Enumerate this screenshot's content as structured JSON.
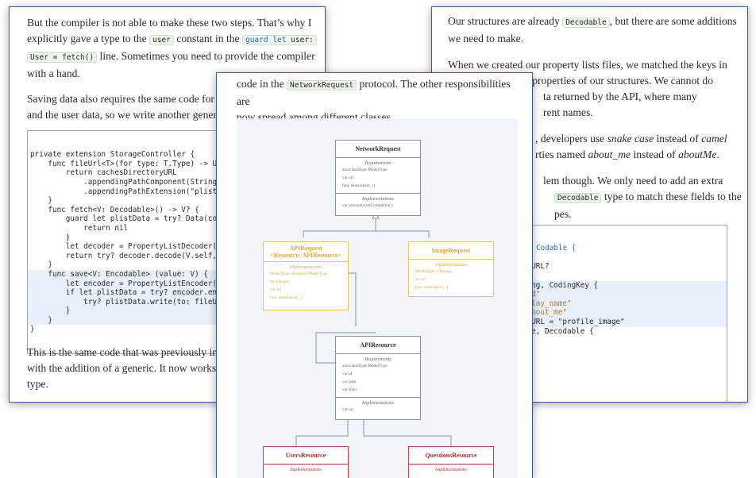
{
  "left": {
    "p1": [
      "But the compiler is not able to make these two steps. That’s why I",
      "explicitly gave a type to the ",
      "user",
      " constant in the ",
      "guard",
      "let",
      "user:",
      "User",
      "=",
      "fetch()",
      " line. Sometimes you need to provide the compiler",
      "with a hand."
    ],
    "p2a": "Saving data also requires the same code for bo",
    "p2b": "and the user data, so we write another generic",
    "code": [
      "private extension StorageController {",
      "    func fileUrl<T>(for type: T.Type) -> URL {",
      "        return cachesDirectoryURL",
      "            .appendingPathComponent(String(describin",
      "            .appendingPathExtension(\"plist\")",
      "    }",
      "",
      "    func fetch<V: Decodable>() -> V? {",
      "        guard let plistData = try? Data(contentsOf:",
      "            return nil",
      "        }",
      "        let decoder = PropertyListDecoder()",
      "        return try? decoder.decode(V.self, from: pli",
      "    }",
      "",
      "    func save<V: Encodable> (value: V) {",
      "        let encoder = PropertyListEncoder()",
      "        if let plistData = try? encoder.encode(value",
      "            try? plistData.write(to: fileUrl(for: V.",
      "        }",
      "    }",
      "}"
    ],
    "p3a": "This is the same code that was previously in th",
    "p3b": "with the addition of a generic. It now works wi",
    "p3c": "type."
  },
  "right": {
    "p1a": "Our structures are already ",
    "p1code": "Decodable",
    "p1b": ", but there are some additions",
    "p1c": "we need to make.",
    "p2a": "When we created our property lists files, we matched the keys in",
    "p2b": "he properties of our structures. We cannot do",
    "p2c": "ta returned by the API, where many",
    "p2d": "rent names.",
    "p3a": ", developers use ",
    "p3em1": "snake case",
    "p3b": " instead of ",
    "p3em2": "camel",
    "p3c": "rties named ",
    "p3em3": "about_me",
    "p3d": " instead of ",
    "p3em4": "aboutMe",
    "p3e": ".",
    "p4a": "lem though. We only need to add an extra",
    "p4code": "Decodable",
    "p4b": " type to match these fields to the",
    "p4c": "pes.",
    "code": [
      "Codable {",
      "",
      "?",
      ": URL?",
      "?",
      "",
      "ring, CodingKey {",
      "_id\"",
      "splay_name\"",
      "\"about_me\"",
      "geURL = \"profile_image\"",
      "",
      "",
      "",
      "ble, Decodable {",
      ""
    ]
  },
  "front": {
    "p1a": "code in the ",
    "p1code": "NetworkRequest",
    "p1b": " protocol. The other responsibilities are",
    "p1c": "now spread among different classes.",
    "uml": {
      "network": {
        "title": "NetworkRequest",
        "req": "Requirements",
        "items": [
          "associatedtype ModelType",
          "var url",
          "func deserialize(_:)"
        ],
        "impl": "Implementations",
        "impl_items": [
          "var execute(withCompletion:)"
        ]
      },
      "apirequest": {
        "title1": "APIRequest",
        "title2": "<Resource: APIResource>",
        "impl": "Implementations",
        "items": [
          "ModelType: Resource.ModelType",
          "let resource",
          "var url",
          "func deserialize(_:)"
        ]
      },
      "image": {
        "title": "ImageRequest",
        "impl": "Implementations",
        "items": [
          "ModelType: UIImage",
          "let url",
          "func deserialize(_:)"
        ]
      },
      "apiresource": {
        "title": "APIResource",
        "req": "Requirements",
        "items": [
          "associatedtype ModelType",
          "var id",
          "var path",
          "var filter"
        ],
        "impl": "Implementations",
        "impl_items": [
          "var url"
        ]
      },
      "users": {
        "title": "UsersResource",
        "impl": "Implementations"
      },
      "questions": {
        "title": "QuestionsResource",
        "impl": "Implementations"
      }
    }
  }
}
